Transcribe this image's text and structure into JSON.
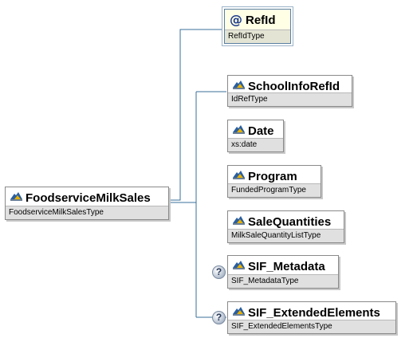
{
  "root": {
    "name": "FoodserviceMilkSales",
    "type": "FoodserviceMilkSalesType",
    "icon": "element-icon"
  },
  "attribute": {
    "symbol": "@",
    "name": "RefId",
    "type": "RefIdType",
    "icon": "attribute-icon"
  },
  "children": [
    {
      "name": "SchoolInfoRefId",
      "type": "IdRefType",
      "optional": false,
      "icon": "element-icon"
    },
    {
      "name": "Date",
      "type": "xs:date",
      "optional": false,
      "icon": "element-icon"
    },
    {
      "name": "Program",
      "type": "FundedProgramType",
      "optional": false,
      "icon": "element-icon"
    },
    {
      "name": "SaleQuantities",
      "type": "MilkSaleQuantityListType",
      "optional": false,
      "icon": "element-icon"
    },
    {
      "name": "SIF_Metadata",
      "type": "SIF_MetadataType",
      "optional": true,
      "icon": "element-icon"
    },
    {
      "name": "SIF_ExtendedElements",
      "type": "SIF_ExtendedElementsType",
      "optional": true,
      "icon": "element-icon"
    }
  ],
  "optional_marker": "?",
  "colors": {
    "connector": "#3a6f9a",
    "attribute_bg": "#ffffe6",
    "type_bar": "#e0e0e0"
  }
}
